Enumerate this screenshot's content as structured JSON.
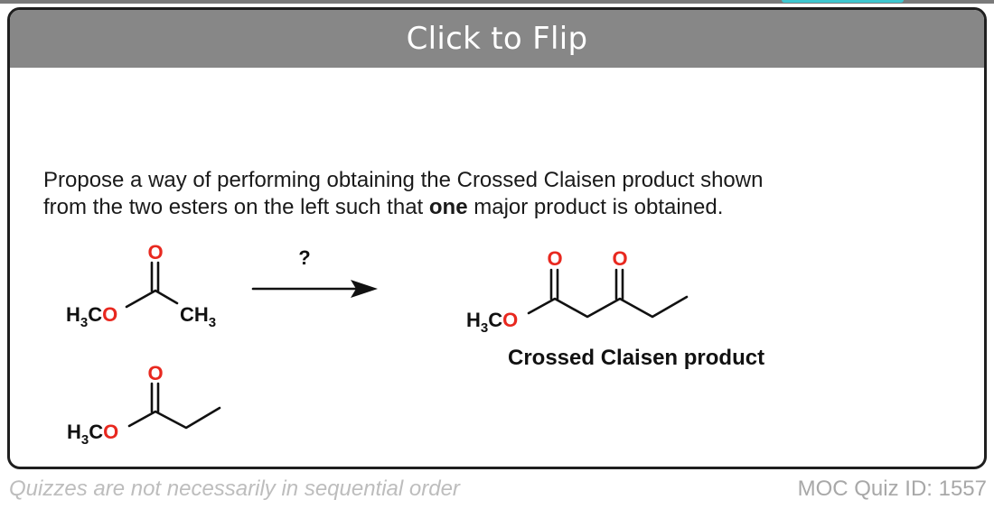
{
  "flip_label": "Click to Flip",
  "question": {
    "line1": "Propose a way of performing obtaining the Crossed Claisen product shown",
    "line2_before": "from the two esters on the left such that ",
    "line2_bold": "one",
    "line2_after": " major product is obtained."
  },
  "scheme": {
    "reagent_label": "?",
    "product_label": "Crossed Claisen product",
    "oxygen_symbol": "O",
    "methoxy_label": "H3CO",
    "methyl_label": "CH3",
    "oxygen_color": "#e8281f",
    "bond_color": "#111111"
  },
  "footer": {
    "note": "Quizzes are not necessarily in sequential order",
    "quiz_id": "MOC Quiz ID: 1557"
  }
}
